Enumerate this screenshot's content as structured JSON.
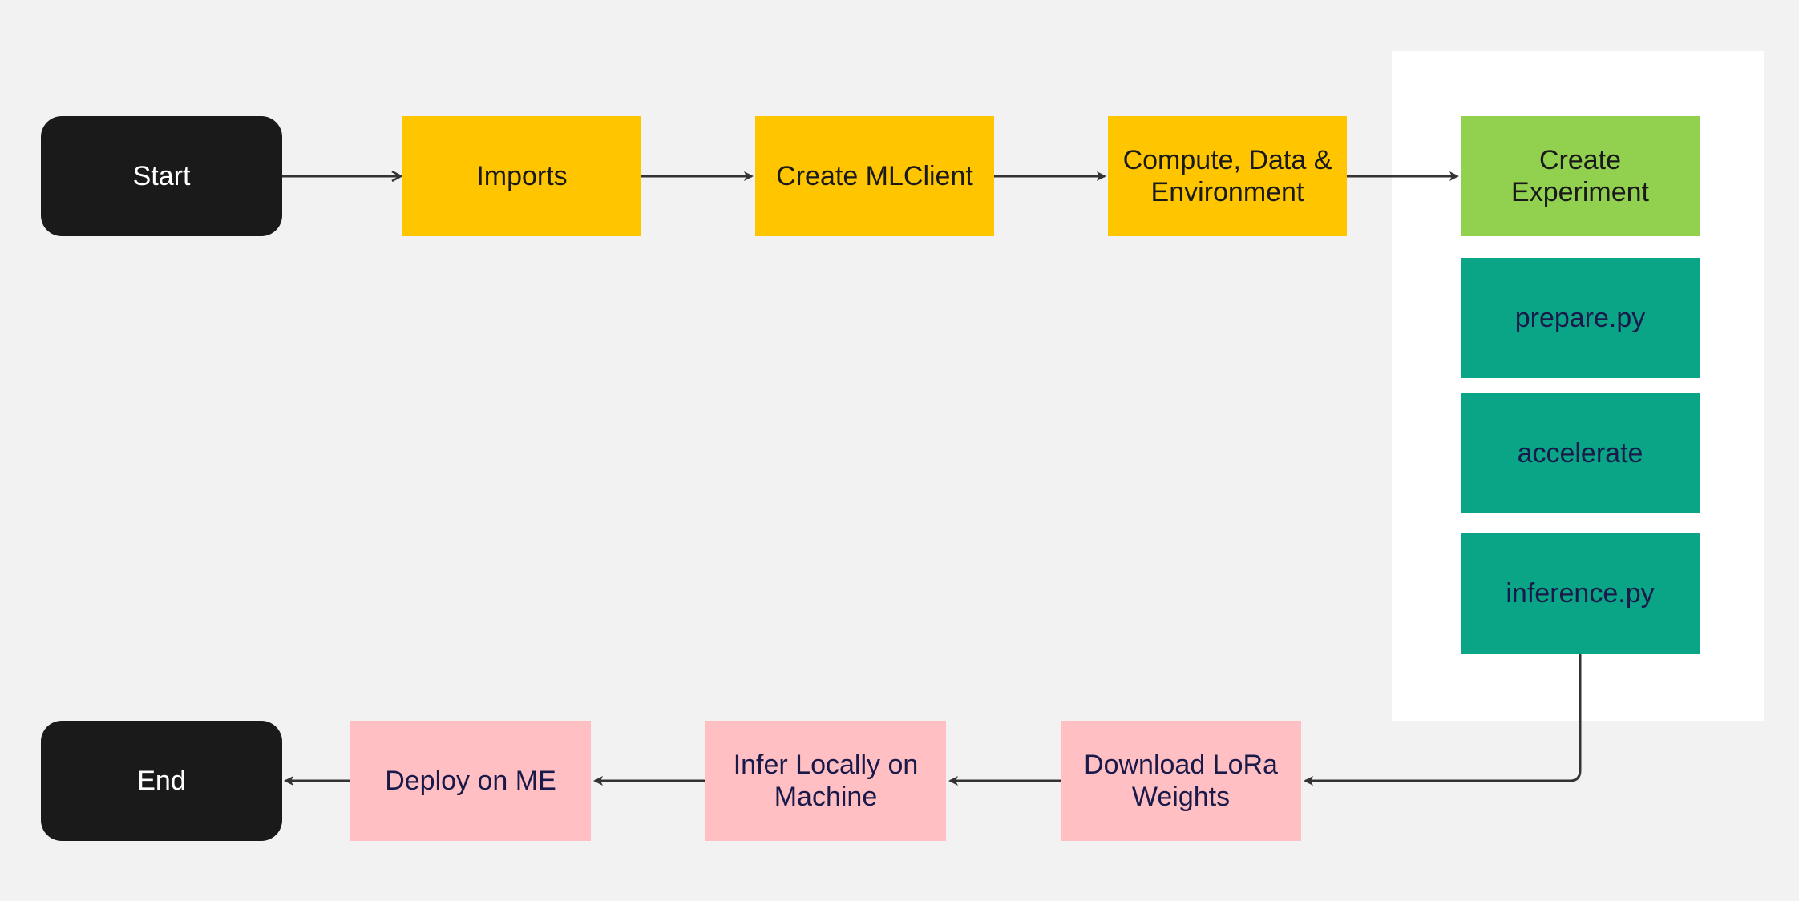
{
  "colors": {
    "background": "#f2f2f2",
    "panel": "#ffffff",
    "terminal": "#1a1a1a",
    "setup": "#ffc600",
    "experiment": "#92d050",
    "script": "#0aa587",
    "post": "#ffbfc3",
    "arrow": "#333333"
  },
  "nodes": {
    "start": "Start",
    "imports": "Imports",
    "create_mlclient": "Create MLClient",
    "compute_data_env": "Compute, Data &\nEnvironment",
    "create_experiment": "Create\nExperiment",
    "prepare": "prepare.py",
    "accelerate": "accelerate",
    "inference": "inference.py",
    "download_lora": "Download LoRa\nWeights",
    "infer_locally": "Infer Locally on\nMachine",
    "deploy": "Deploy on ME",
    "end": "End"
  }
}
